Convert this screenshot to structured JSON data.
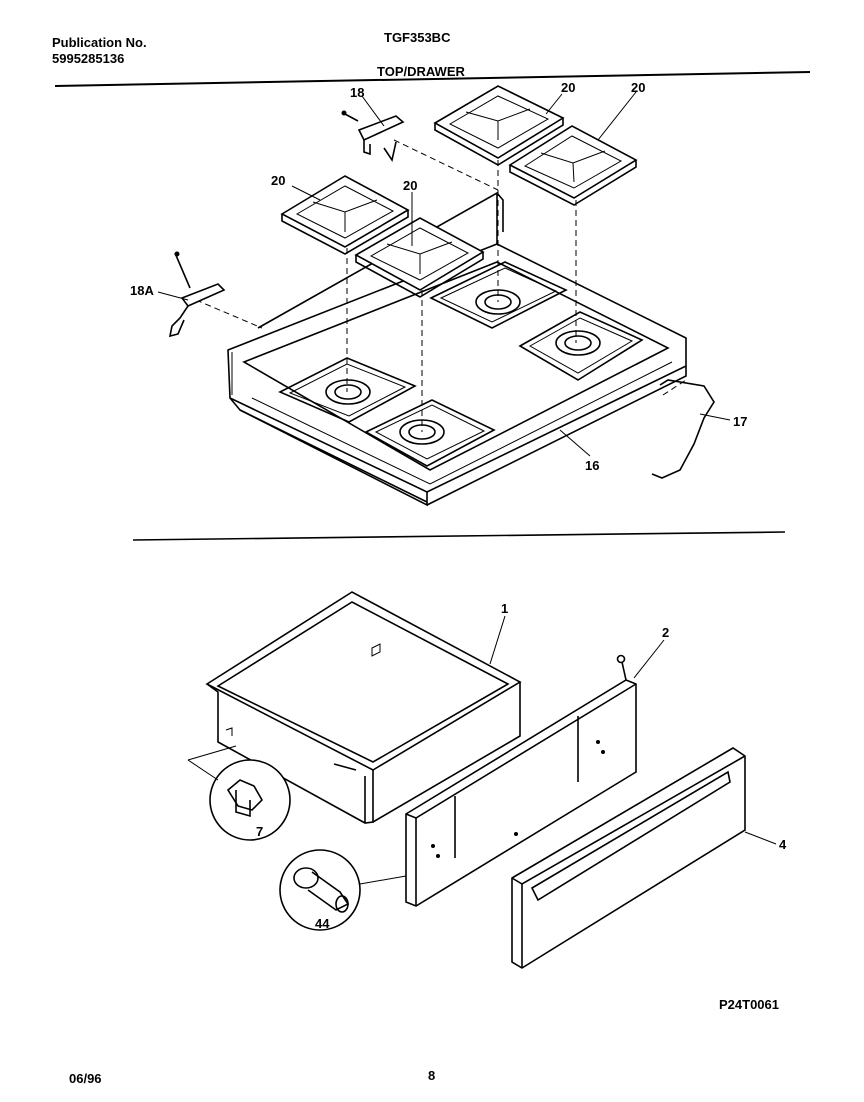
{
  "header": {
    "publication_label": "Publication No.",
    "publication_number": "5995285136",
    "model": "TGF353BC",
    "section_title": "TOP/DRAWER"
  },
  "callouts": {
    "bracket_right": "18",
    "bracket_left": "18A",
    "grate": "20",
    "cooktop": "16",
    "rod": "17",
    "drawer_body": "1",
    "drawer_front": "2",
    "drawer_panel": "4",
    "roller": "7",
    "glide": "44"
  },
  "footer": {
    "date": "06/96",
    "page_number": "8",
    "diagram_code": "P24T0061"
  }
}
